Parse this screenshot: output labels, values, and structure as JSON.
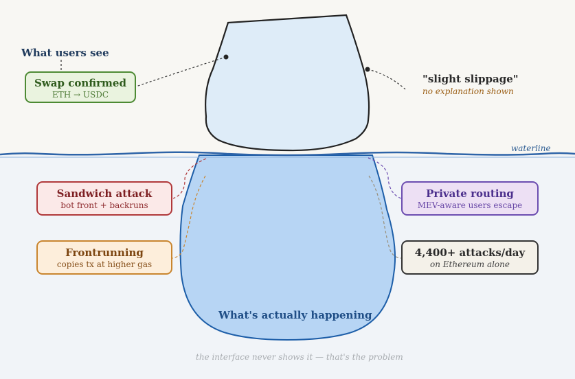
{
  "tip_labels": {
    "users_see": "What users see",
    "slippage": "\"slight slippage\"",
    "no_explanation": "no explanation shown"
  },
  "waterline_label": "waterline",
  "cards": {
    "swap": {
      "title": "Swap confirmed",
      "subtitle": "ETH → USDC"
    },
    "sandwich": {
      "title": "Sandwich attack",
      "subtitle": "bot front + backruns"
    },
    "frontrunning": {
      "title": "Frontrunning",
      "subtitle": "copies tx at higher gas"
    },
    "private_routing": {
      "title": "Private routing",
      "subtitle": "MEV-aware users escape"
    },
    "attacks": {
      "title": "4,400+ attacks/day",
      "subtitle": "on Ethereum alone"
    }
  },
  "underwater_label": "What's actually happening",
  "footer": "the interface never shows it — that's the problem",
  "colors": {
    "sky": "#f8f7f3",
    "sea": "#f1f4f8",
    "tip_fill": "#deecf8",
    "underwater_fill": "#b7d5f4",
    "waterline": "#2e64a8",
    "green": "#4d8a33",
    "red": "#b0383a",
    "orange": "#c9852e",
    "purple": "#6c4db0",
    "dark": "#333333"
  }
}
